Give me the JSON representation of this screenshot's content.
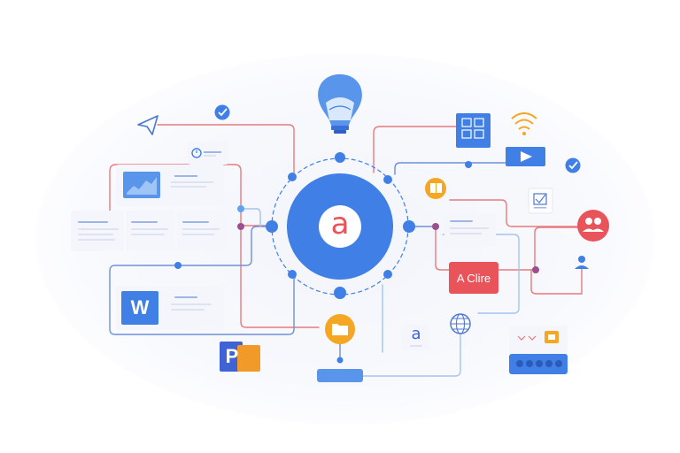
{
  "center_logo": {
    "glyph": "a"
  },
  "red_tag": {
    "label": "A Clire"
  },
  "word_app": {
    "glyph": "W"
  },
  "ppt_app": {
    "glyph": "P"
  },
  "small_logo": {
    "glyph": "a"
  },
  "colors": {
    "primary_blue": "#3f7fe6",
    "red": "#e9535a",
    "orange": "#f5a623",
    "light_blue": "#5fa3f0",
    "card_bg": "#f5f6fb"
  },
  "icons": [
    "send-icon",
    "check-icon",
    "lightbulb-icon",
    "grid-icon",
    "wifi-icon",
    "video-icon",
    "chart-icon",
    "word-icon",
    "powerpoint-icon",
    "folder-icon",
    "book-icon",
    "document-check-icon",
    "users-icon",
    "user-icon",
    "globe-icon",
    "timer-icon"
  ]
}
